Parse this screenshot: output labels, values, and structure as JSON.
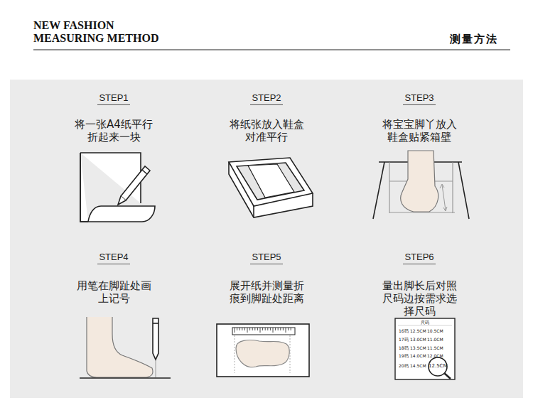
{
  "diagram": {
    "title": "NEW FASHION MEASURING METHOD",
    "labels": [
      "测量方法",
      "STEP1",
      "将一张A4纸平行折起来一块",
      "STEP2",
      "将纸张放入鞋盒对准平行",
      "STEP3",
      "将宝宝脚丫放入鞋盒贴紧箱壁",
      "STEP4",
      "用笔在脚趾处画上记号",
      "STEP5",
      "展开纸并测量折痕到脚趾处距离",
      "STEP6",
      "量出脚长后对照尺码边按需求选择尺码",
      "尺码",
      "16码",
      "12.5CM",
      "10.5CM",
      "17码",
      "13.0CM",
      "11.0CM",
      "18码",
      "13.5CM",
      "11.5CM",
      "19码",
      "14.0CM",
      "12.0CM",
      "20码",
      "14.5CM",
      "12.5CM"
    ]
  }
}
